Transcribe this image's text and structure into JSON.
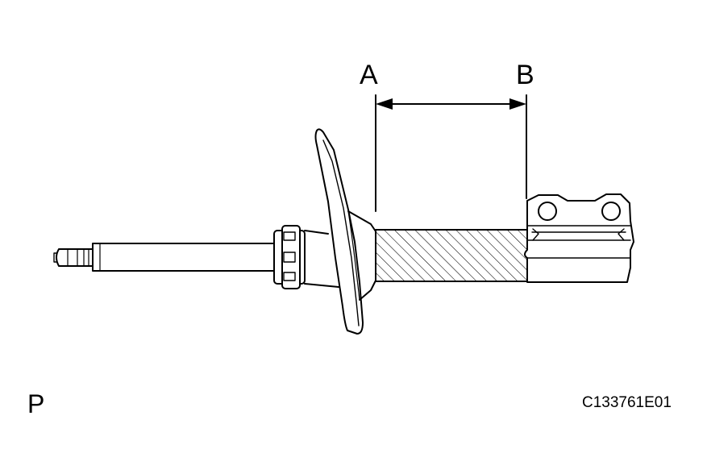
{
  "labels": {
    "a": "A",
    "b": "B",
    "view": "P",
    "figure_code": "C133761E01"
  },
  "colors": {
    "line": "#000000",
    "background": "#ffffff"
  }
}
